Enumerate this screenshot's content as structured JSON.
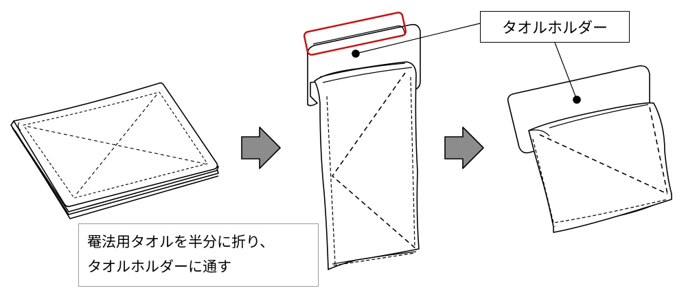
{
  "caption": {
    "line1": "罨法用タオルを半分に折り、",
    "line2": "タオルホルダーに通す"
  },
  "holder_label": "タオルホルダー",
  "colors": {
    "outline": "#000000",
    "highlight": "#e00000",
    "arrow_fill": "#8c8c8c"
  }
}
